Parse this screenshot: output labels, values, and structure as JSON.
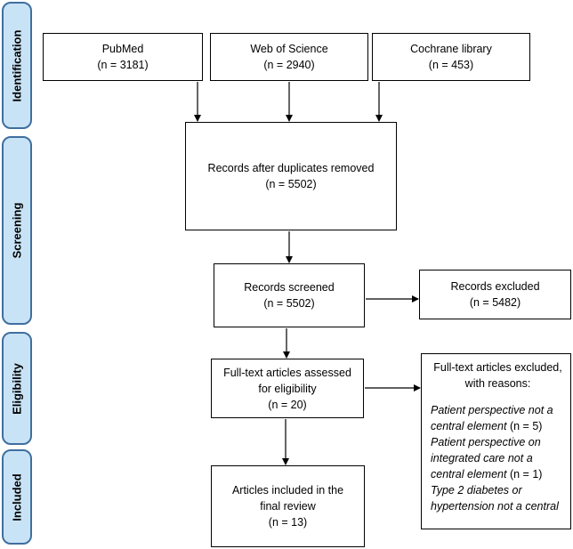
{
  "phases": [
    {
      "key": "identification",
      "label": "Identification"
    },
    {
      "key": "screening",
      "label": "Screening"
    },
    {
      "key": "eligibility",
      "label": "Eligibility"
    },
    {
      "key": "included",
      "label": "Included"
    }
  ],
  "sources": [
    {
      "name": "PubMed",
      "count": "(n = 3181)"
    },
    {
      "name": "Web of Science",
      "count": "(n = 2940)"
    },
    {
      "name": "Cochrane library",
      "count": "(n = 453)"
    }
  ],
  "duplicates": {
    "label": "Records after duplicates removed",
    "count": "(n = 5502)"
  },
  "screened": {
    "label": "Records screened",
    "count": "(n = 5502)"
  },
  "excluded": {
    "label": "Records excluded",
    "count": "(n = 5482)"
  },
  "fulltext": {
    "line1": "Full-text articles assessed",
    "line2": "for eligibility",
    "count": "(n = 20)"
  },
  "included": {
    "line1": "Articles included in the",
    "line2": "final review",
    "count": "(n = 13)"
  },
  "fulltext_excluded": {
    "head1": "Full-text articles excluded,",
    "head2": "with reasons:",
    "reasons": [
      {
        "text": "Patient perspective not a"
      },
      {
        "text": "central element",
        "count": "(n = 5)"
      },
      {
        "text": "Patient perspective on"
      },
      {
        "text": "integrated care not a"
      },
      {
        "text": "central element",
        "count": "(n = 1)"
      },
      {
        "text": "Type 2 diabetes or"
      },
      {
        "text": "hypertension not a central"
      }
    ]
  }
}
